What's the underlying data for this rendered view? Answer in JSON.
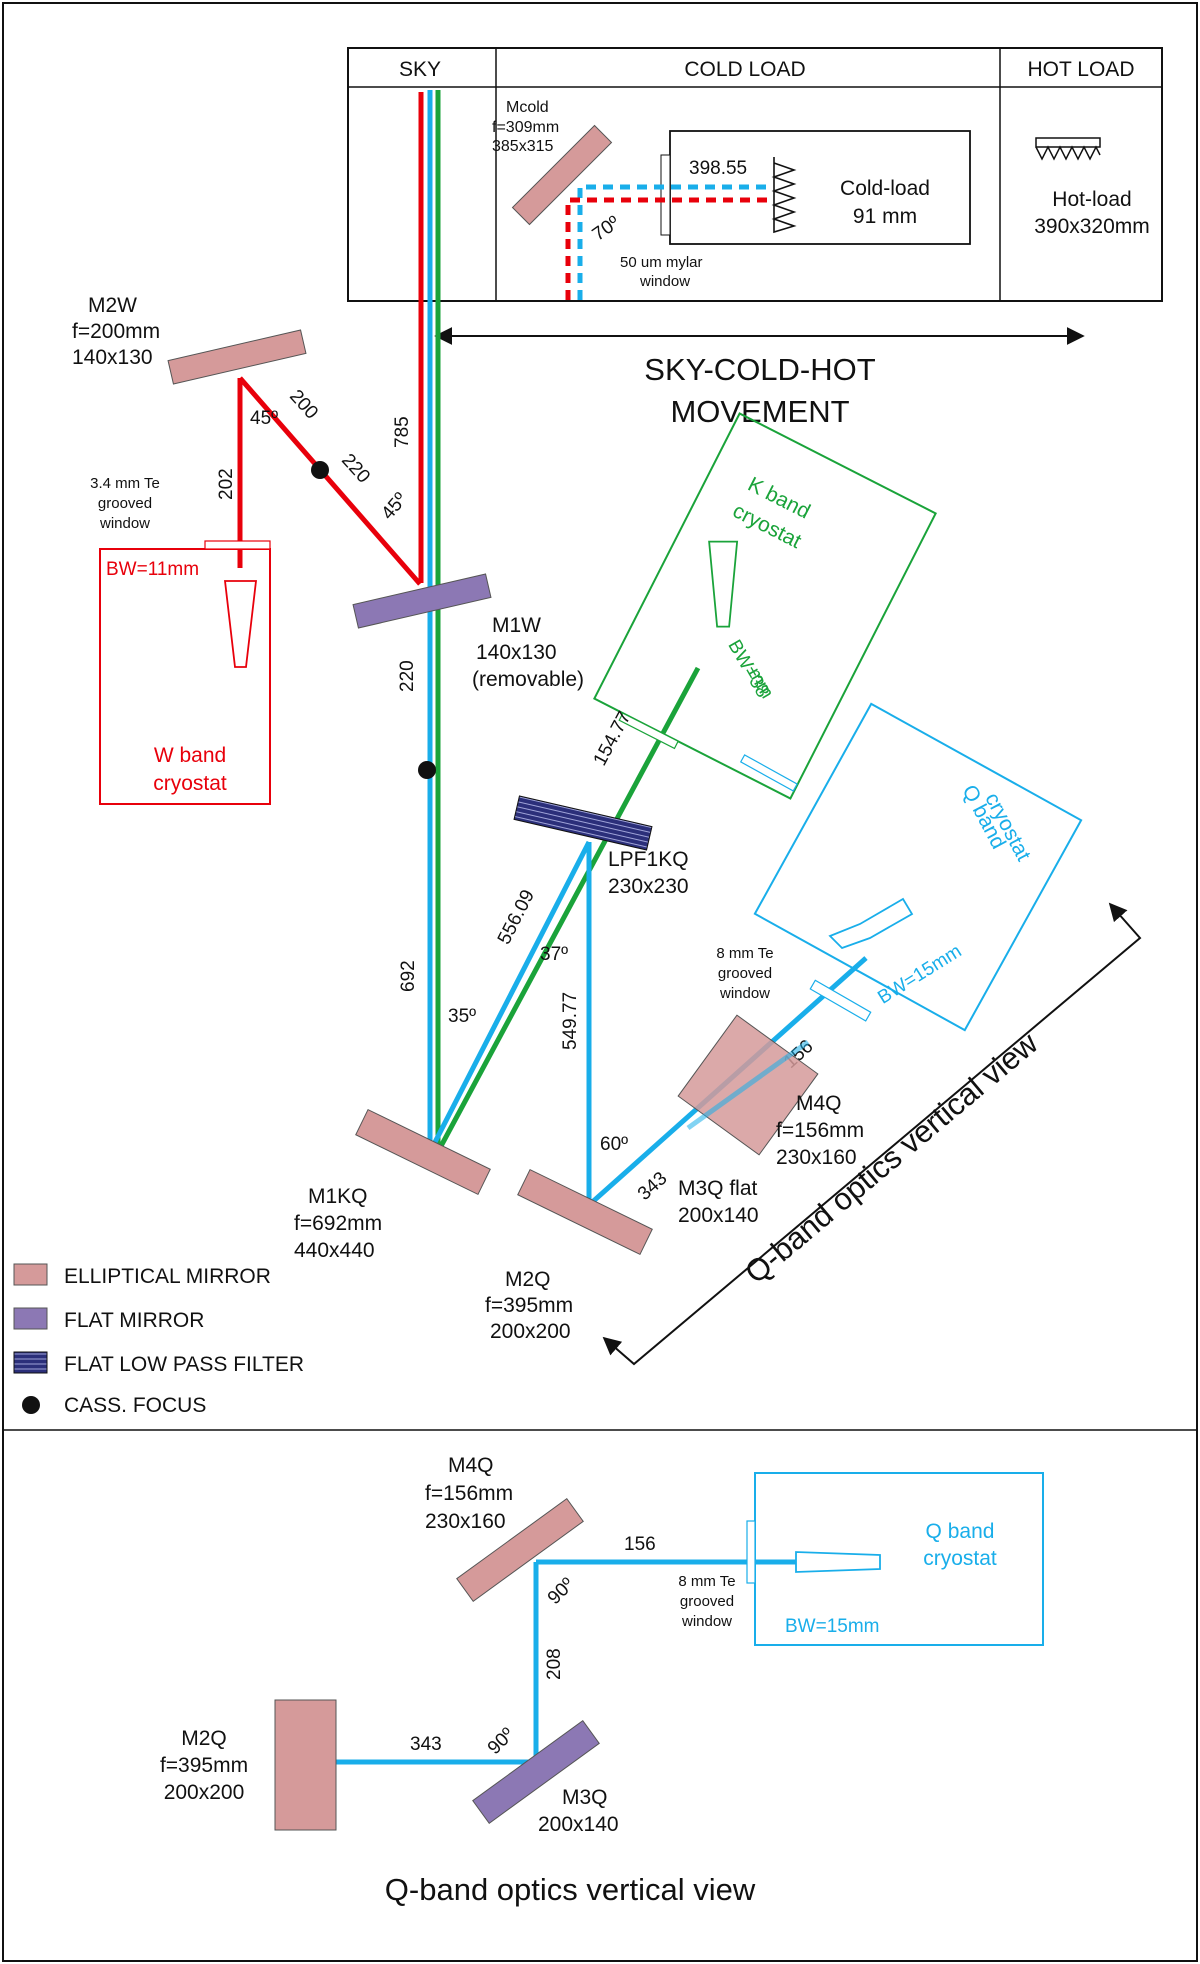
{
  "colors": {
    "red": "#e8000b",
    "green": "#1aa33a",
    "blue": "#19aeea",
    "elliptical": "#d59a9a",
    "flat": "#8c78b4",
    "filter": "#2b2f7a",
    "black": "#111111"
  },
  "loads": {
    "sky": "SKY",
    "cold_load": "COLD LOAD",
    "hot_load": "HOT LOAD",
    "mcold_name": "Mcold",
    "mcold_f": "f=309mm",
    "mcold_size": "385x315",
    "cold_dist": "398.55",
    "cold_load_name": "Cold-load",
    "cold_load_size": "91 mm",
    "angle_70": "70º",
    "mylar_1": "50 um mylar",
    "mylar_2": "window",
    "hot_load_name": "Hot-load",
    "hot_load_size": "390x320mm"
  },
  "movement": {
    "line1": "SKY-COLD-HOT",
    "line2": "MOVEMENT"
  },
  "wband": {
    "m2w_name": "M2W",
    "m2w_f": "f=200mm",
    "m2w_size": "140x130",
    "d200": "200",
    "d220": "220",
    "d785": "785",
    "d202": "202",
    "angle_a": "45º",
    "angle_b": "45º",
    "win1": "3.4 mm Te",
    "win2": "grooved",
    "win3": "window",
    "bw": "BW=11mm",
    "cryo1": "W band",
    "cryo2": "cryostat",
    "m1w_name": "M1W",
    "m1w_size": "140x130",
    "m1w_note": "(removable)",
    "d220b": "220"
  },
  "kband": {
    "cryo1": "K band",
    "cryo2": "cryostat",
    "bw1": "BW=38",
    "bw2": "mm",
    "d154": "154.77",
    "lpf_name": "LPF1KQ",
    "lpf_size": "230x230"
  },
  "qband_main": {
    "cryo1": "Q band",
    "cryo2": "cryostat",
    "bw": "BW=15mm",
    "win1": "8 mm Te",
    "win2": "grooved",
    "win3": "window",
    "d156": "156",
    "m4q_name": "M4Q",
    "m4q_f": "f=156mm",
    "m4q_size": "230x160",
    "d343": "343",
    "m3q_name": "M3Q flat",
    "m3q_size": "200x140",
    "angle_60": "60º",
    "d549": "549.77",
    "angle_37": "37º",
    "d556": "556.09",
    "angle_35": "35º",
    "d692": "692",
    "m1kq_name": "M1KQ",
    "m1kq_f": "f=692mm",
    "m1kq_size": "440x440",
    "m2q_name": "M2Q",
    "m2q_f": "f=395mm",
    "m2q_size": "200x200",
    "vertical_view": "Q-band optics vertical view"
  },
  "legend": {
    "elliptical": "ELLIPTICAL MIRROR",
    "flat": "FLAT MIRROR",
    "filter": "FLAT LOW PASS FILTER",
    "focus": "CASS. FOCUS"
  },
  "bottom": {
    "m4q_name": "M4Q",
    "m4q_f": "f=156mm",
    "m4q_size": "230x160",
    "d156": "156",
    "cryo1": "Q band",
    "cryo2": "cryostat",
    "win1": "8 mm Te",
    "win2": "grooved",
    "win3": "window",
    "bw": "BW=15mm",
    "angle_top": "90º",
    "d208": "208",
    "m2q_name": "M2Q",
    "m2q_f": "f=395mm",
    "m2q_size": "200x200",
    "d343": "343",
    "angle_bot": "90º",
    "m3q_name": "M3Q",
    "m3q_size": "200x140",
    "caption": "Q-band optics vertical view"
  }
}
